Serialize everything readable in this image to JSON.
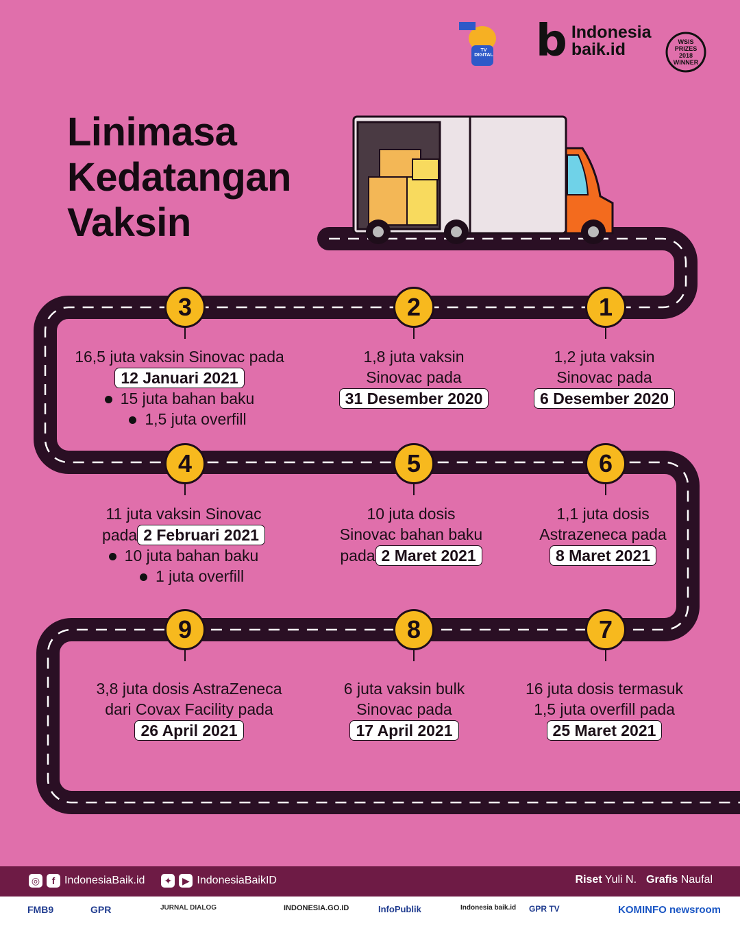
{
  "title": {
    "line1": "Linimasa",
    "line2": "Kedatangan",
    "line3": "Vaksin"
  },
  "brand": {
    "mark": "b",
    "name1": "Indonesia",
    "name2": "baik.id"
  },
  "logos": {
    "wsis": "WSIS PRIZES 2018 WINNER",
    "mascot": "TV DIGITAL"
  },
  "colors": {
    "background": "#e06fab",
    "road": "#2a0f24",
    "badge": "#f7b91e",
    "footer": "#6e1b45"
  },
  "milestones": [
    {
      "num": "1",
      "lines": [
        "1,2 juta vaksin",
        "Sinovac pada"
      ],
      "date": "6 Desember 2020",
      "bullets": []
    },
    {
      "num": "2",
      "lines": [
        "1,8 juta vaksin",
        "Sinovac pada"
      ],
      "date": "31 Desember 2020",
      "bullets": []
    },
    {
      "num": "3",
      "lines": [
        "16,5 juta vaksin Sinovac pada"
      ],
      "date": "12 Januari 2021",
      "bullets": [
        "15 juta bahan baku",
        "1,5 juta overfill"
      ]
    },
    {
      "num": "4",
      "lines": [
        "11 juta vaksin Sinovac"
      ],
      "prefix": "pada",
      "date": "2 Februari 2021",
      "bullets": [
        "10 juta bahan baku",
        "1 juta overfill"
      ]
    },
    {
      "num": "5",
      "lines": [
        "10 juta dosis",
        "Sinovac bahan baku"
      ],
      "prefix": "pada",
      "date": "2 Maret 2021",
      "bullets": []
    },
    {
      "num": "6",
      "lines": [
        "1,1 juta dosis",
        "Astrazeneca pada"
      ],
      "date": "8 Maret 2021",
      "bullets": []
    },
    {
      "num": "7",
      "lines": [
        "16 juta dosis termasuk",
        "1,5 juta overfill pada"
      ],
      "date": "25 Maret 2021",
      "bullets": []
    },
    {
      "num": "8",
      "lines": [
        "6 juta vaksin bulk",
        "Sinovac pada"
      ],
      "date": "17 April 2021",
      "bullets": []
    },
    {
      "num": "9",
      "lines": [
        "3,8 juta dosis AstraZeneca",
        "dari Covax Facility pada"
      ],
      "date": "26 April 2021",
      "bullets": []
    }
  ],
  "footer": {
    "social1": "IndonesiaBaik.id",
    "social2": "IndonesiaBaikID",
    "riset_label": "Riset",
    "riset_name": "Yuli N.",
    "grafis_label": "Grafis",
    "grafis_name": "Naufal",
    "icons": [
      "instagram-icon",
      "facebook-icon",
      "twitter-icon",
      "youtube-icon"
    ]
  },
  "partners": [
    "FMB9",
    "GPR",
    "JURNAL DIALOG",
    "INDONESIA.GO.ID",
    "InfoPublik",
    "Indonesia baik.id",
    "GPR TV",
    "KOMINFO newsroom"
  ]
}
